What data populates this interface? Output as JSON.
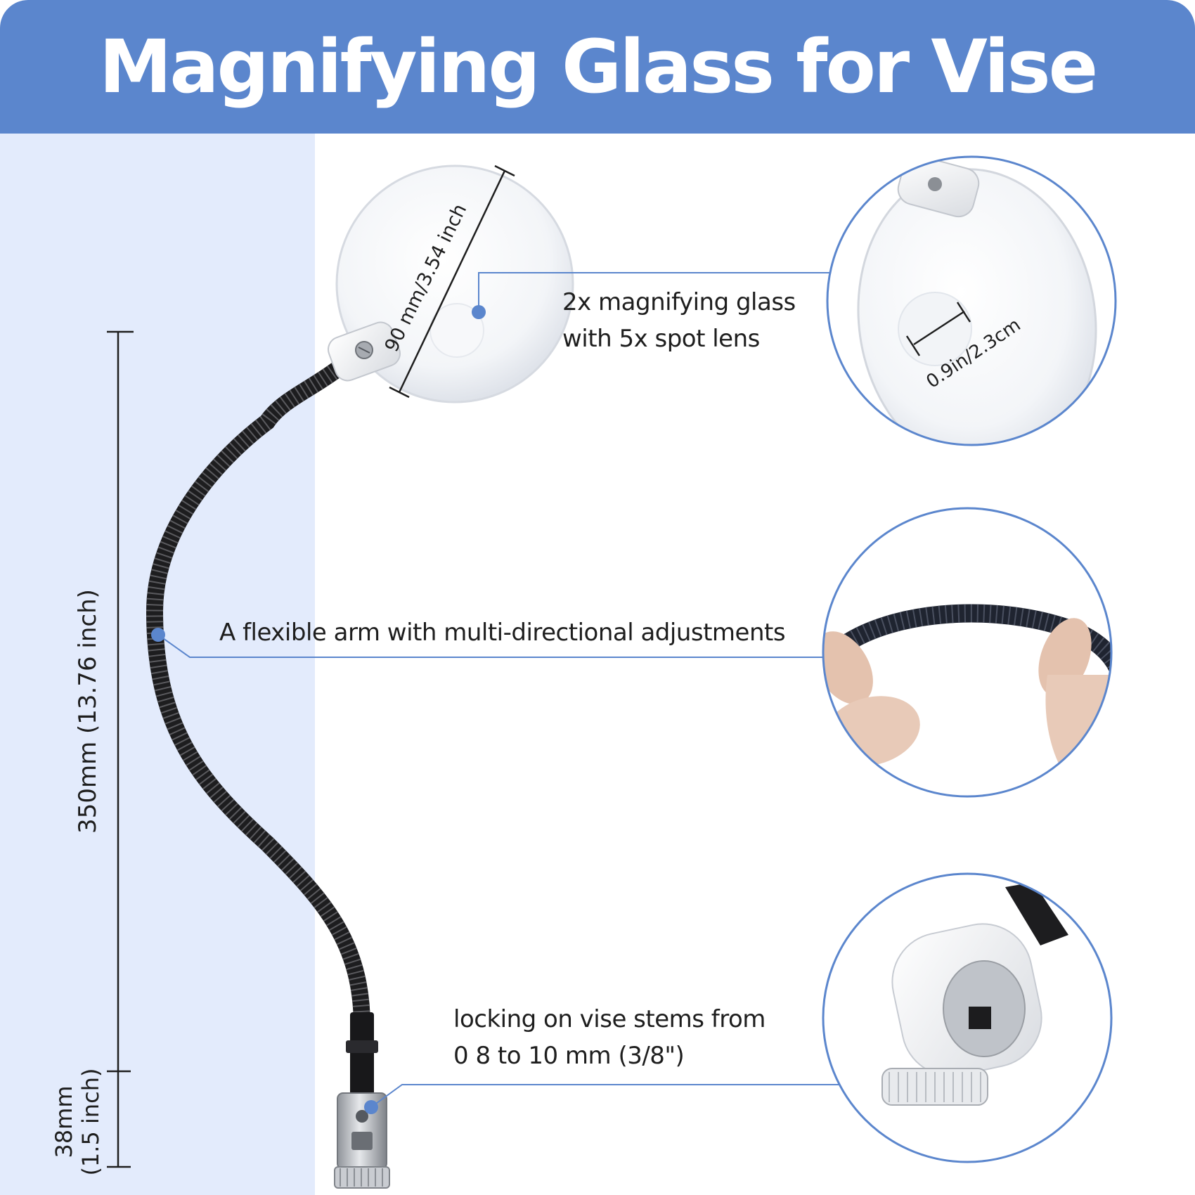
{
  "header": {
    "title": "Magnifying Glass for Vise"
  },
  "callouts": {
    "glass": {
      "line1": "2x magnifying glass",
      "line2": "with 5x spot lens"
    },
    "arm": {
      "text": "A flexible arm with multi-directional adjustments"
    },
    "clamp": {
      "line1": "locking on vise stems from",
      "line2": "0 8 to 10 mm (3/8\")"
    }
  },
  "dimensions": {
    "lens_diameter": "90 mm/3.54 inch",
    "spot_lens": "0.9in/2.3cm",
    "arm_length": "350mm (13.76 inch)",
    "clamp_length_line1": "38mm",
    "clamp_length_line2": "(1.5 inch)"
  },
  "colors": {
    "header": "#5b86cd",
    "side_panel": "#e3ebfc",
    "accent": "#5b86cd",
    "arm": "#1d1d1f"
  }
}
